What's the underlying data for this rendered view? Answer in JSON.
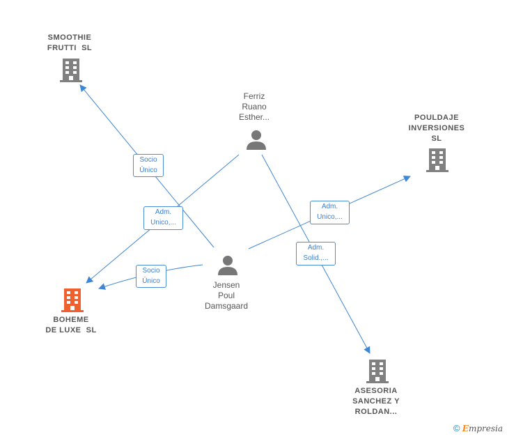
{
  "colors": {
    "edge": "#3f86d4",
    "company_icon": "#808080",
    "focus_company_icon": "#ef6030",
    "person_icon": "#777777"
  },
  "nodes": {
    "smoothie": {
      "label": "SMOOTHIE\nFRUTTI  SL",
      "icon": "building-icon"
    },
    "pouldaje": {
      "label": "POULDAJE\nINVERSIONES\nSL",
      "icon": "building-icon"
    },
    "boheme": {
      "label": "BOHEME\nDE LUXE  SL",
      "icon": "building-icon"
    },
    "asesoria": {
      "label": "ASESORIA\nSANCHEZ Y\nROLDAN...",
      "icon": "building-icon"
    },
    "ferriz": {
      "label": "Ferriz\nRuano\nEsther...",
      "icon": "person-icon"
    },
    "jensen": {
      "label": "Jensen\nPoul\nDamsgaard",
      "icon": "person-icon"
    }
  },
  "edges": {
    "socio_smoothie": "Socio\nÚnico",
    "adm_boheme": "Adm.\nUnico,...",
    "socio_boheme": "Socio\nÚnico",
    "adm_pouldaje": "Adm.\nUnico,...",
    "adm_asesoria": "Adm.\nSolid.,..."
  },
  "footer": {
    "copyright": "©",
    "brand_first": "E",
    "brand_rest": "mpresia"
  }
}
